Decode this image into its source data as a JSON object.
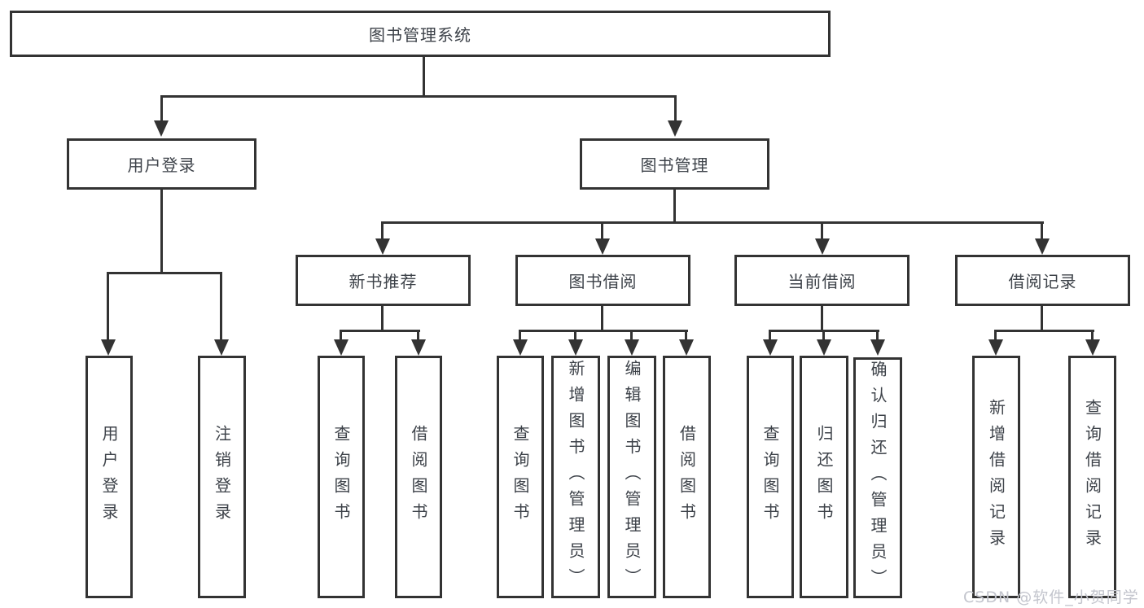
{
  "title": "图书管理系统",
  "tree": {
    "root": "图书管理系统",
    "branches": [
      {
        "label": "用户登录",
        "children": [
          "用户登录",
          "注销登录"
        ]
      },
      {
        "label": "图书管理",
        "groups": [
          {
            "label": "新书推荐",
            "children": [
              "查询图书",
              "借阅图书"
            ]
          },
          {
            "label": "图书借阅",
            "children": [
              "查询图书",
              "新增图书（管理员）",
              "编辑图书（管理员）",
              "借阅图书"
            ]
          },
          {
            "label": "当前借阅",
            "children": [
              "查询图书",
              "归还图书",
              "确认归还（管理员）"
            ]
          },
          {
            "label": "借阅记录",
            "children": [
              "新增借阅记录",
              "查询借阅记录"
            ]
          }
        ]
      }
    ]
  },
  "watermark": {
    "text": "CSDN @软件_小贺同学"
  },
  "colors": {
    "line": "#333333",
    "text": "#3d4249",
    "background": "#ffffff",
    "watermark": "#c3c5cd"
  }
}
